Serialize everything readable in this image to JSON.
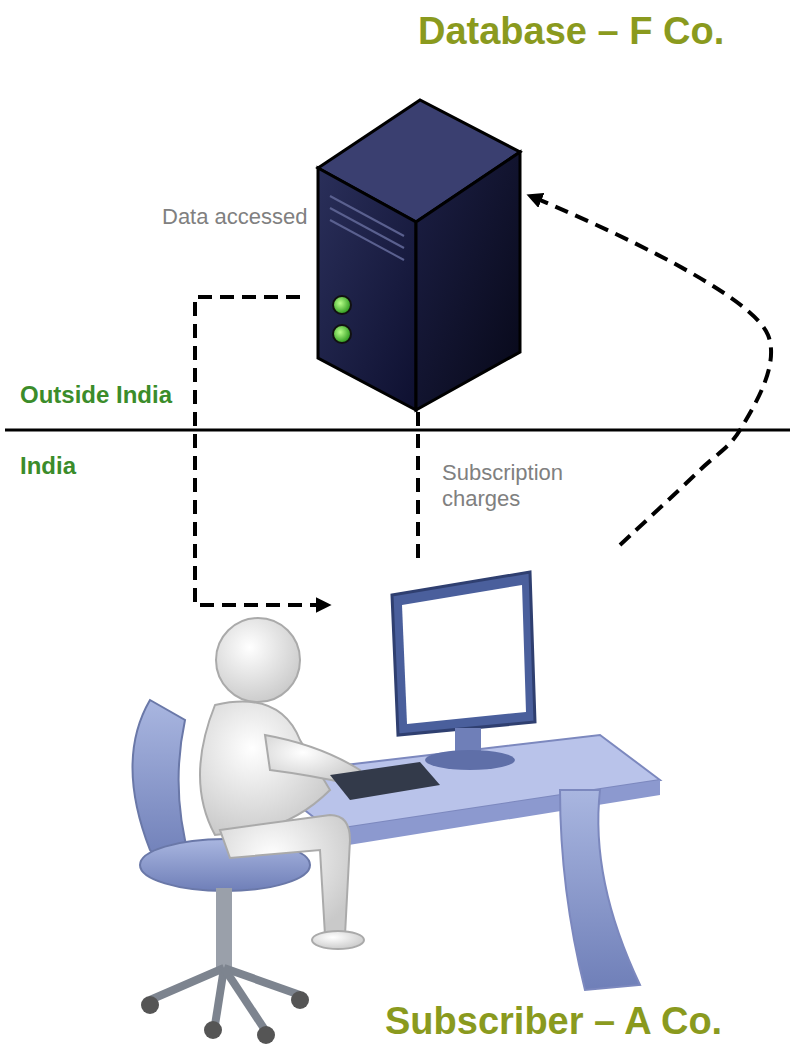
{
  "diagram": {
    "nodes": [
      {
        "text": [
          "Database – F Co."
        ]
      },
      {
        "text": [
          "Subscriber – A Co."
        ]
      }
    ],
    "edges": [
      {
        "from": 0,
        "to": 1,
        "label": "Data accessed",
        "arrow": "to"
      },
      {
        "from": 1,
        "to": 0,
        "label": "Subscription charges",
        "arrow": "to"
      }
    ],
    "labels": [
      "Outside India",
      "India"
    ]
  }
}
